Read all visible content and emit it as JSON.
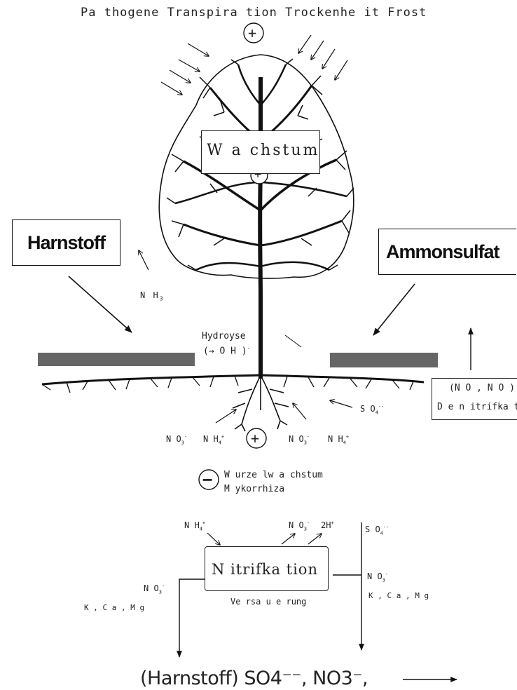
{
  "top_labels": "Pa thogene  Transpira tion  Trockenhe it Frost",
  "wachstum": "W a chstum",
  "harnstoff": "Harnstoff",
  "ammonsulfat": "Ammonsulfat",
  "nh3": "N H",
  "nh3_sub": "3",
  "hydrolyse": "Hydroyse",
  "oh": "(→ O H )",
  "oh_sup": "-",
  "n2o": "(N O , N O )",
  "denitrifikation": "D e n itrifka tion",
  "so4_right": "S O",
  "no3_a": "N O",
  "nh4_a": "N H",
  "no3_b": "N O",
  "nh4_b": "N H",
  "wurzelwachstum": "W urze lw a chstum",
  "mykorrhiza": "M ykorrhiza",
  "nitri_nh4": "N H",
  "nitri_no3": "N O",
  "nitri_2h": "2H",
  "nitri_so4": "S O",
  "nitrifikation": "N itrifka tion",
  "versauerung": "Ve rsa u e rung",
  "left_no3": "N O",
  "left_cations": "K , C a   , M g",
  "right_no3": "N O",
  "right_cations": "K , C a   , M g",
  "bottom_text": "(Harnstoff) SO4⁻⁻, NO3⁻,",
  "plus": "+",
  "minus": "−"
}
